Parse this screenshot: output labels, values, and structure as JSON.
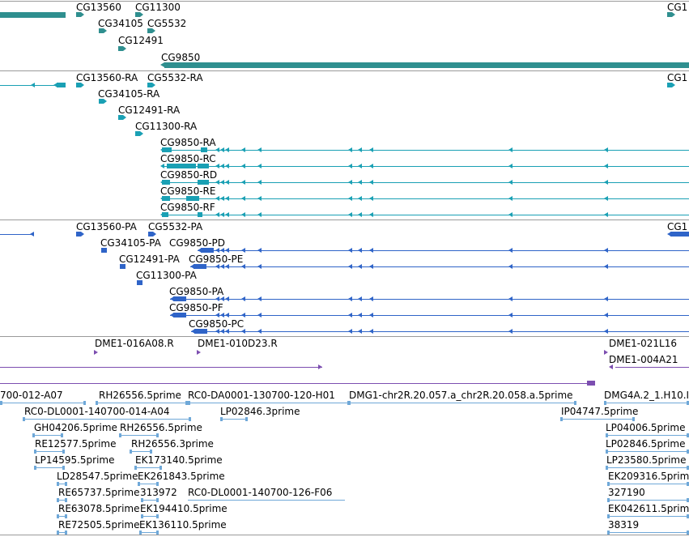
{
  "colors": {
    "genes": "#2f8f8f",
    "transcripts": "#1aa0b4",
    "proteins": "#2f64c8",
    "bac_ends": "#7c4eb0",
    "ests": "#6fa8d8",
    "divider": "#9a9a9a"
  },
  "tracks": {
    "genes": {
      "labels": [
        "CG13560",
        "CG11300",
        "CG1",
        "CG34105",
        "CG5532",
        "CG12491",
        "CG9850"
      ]
    },
    "transcripts": {
      "labels": [
        "CG13560-RA",
        "CG5532-RA",
        "CG1",
        "CG34105-RA",
        "CG12491-RA",
        "CG11300-RA",
        "CG9850-RA",
        "CG9850-RC",
        "CG9850-RD",
        "CG9850-RE",
        "CG9850-RF"
      ]
    },
    "proteins": {
      "labels": [
        "CG13560-PA",
        "CG5532-PA",
        "CG1",
        "CG34105-PA",
        "CG9850-PD",
        "CG12491-PA",
        "CG9850-PE",
        "CG11300-PA",
        "CG9850-PA",
        "CG9850-PF",
        "CG9850-PC"
      ]
    },
    "bac_ends": {
      "labels": [
        "DME1-016A08.R",
        "DME1-010D23.R",
        "DME1-021L16",
        "DME1-004A21"
      ]
    },
    "ests": {
      "labels": [
        "700-012-A07",
        "RH26556.5prime",
        "RC0-DA0001-130700-120-H01",
        "DMG1-chr2R.20.057.a_chr2R.20.058.a.5prime",
        "DMG4A.2_1.H10.I",
        "RC0-DL0001-140700-014-A04",
        "LP02846.3prime",
        "IP04747.5prime",
        "GH04206.5prime",
        "RH26556.5prime",
        "LP04006.5prime",
        "RE12577.5prime",
        "RH26556.3prime",
        "LP02846.5prime",
        "LP14595.5prime",
        "EK173140.5prime",
        "LP23580.5prime",
        "LD28547.5prime",
        "EK261843.5prime",
        "EK209316.5prime",
        "RE65737.5prime",
        "313972",
        "RC0-DL0001-140700-126-F06",
        "327190",
        "RE63078.5prime",
        "EK194410.5prime",
        "EK042611.5prime",
        "RE72505.5prime",
        "EK136110.5prime",
        "38319"
      ]
    }
  }
}
